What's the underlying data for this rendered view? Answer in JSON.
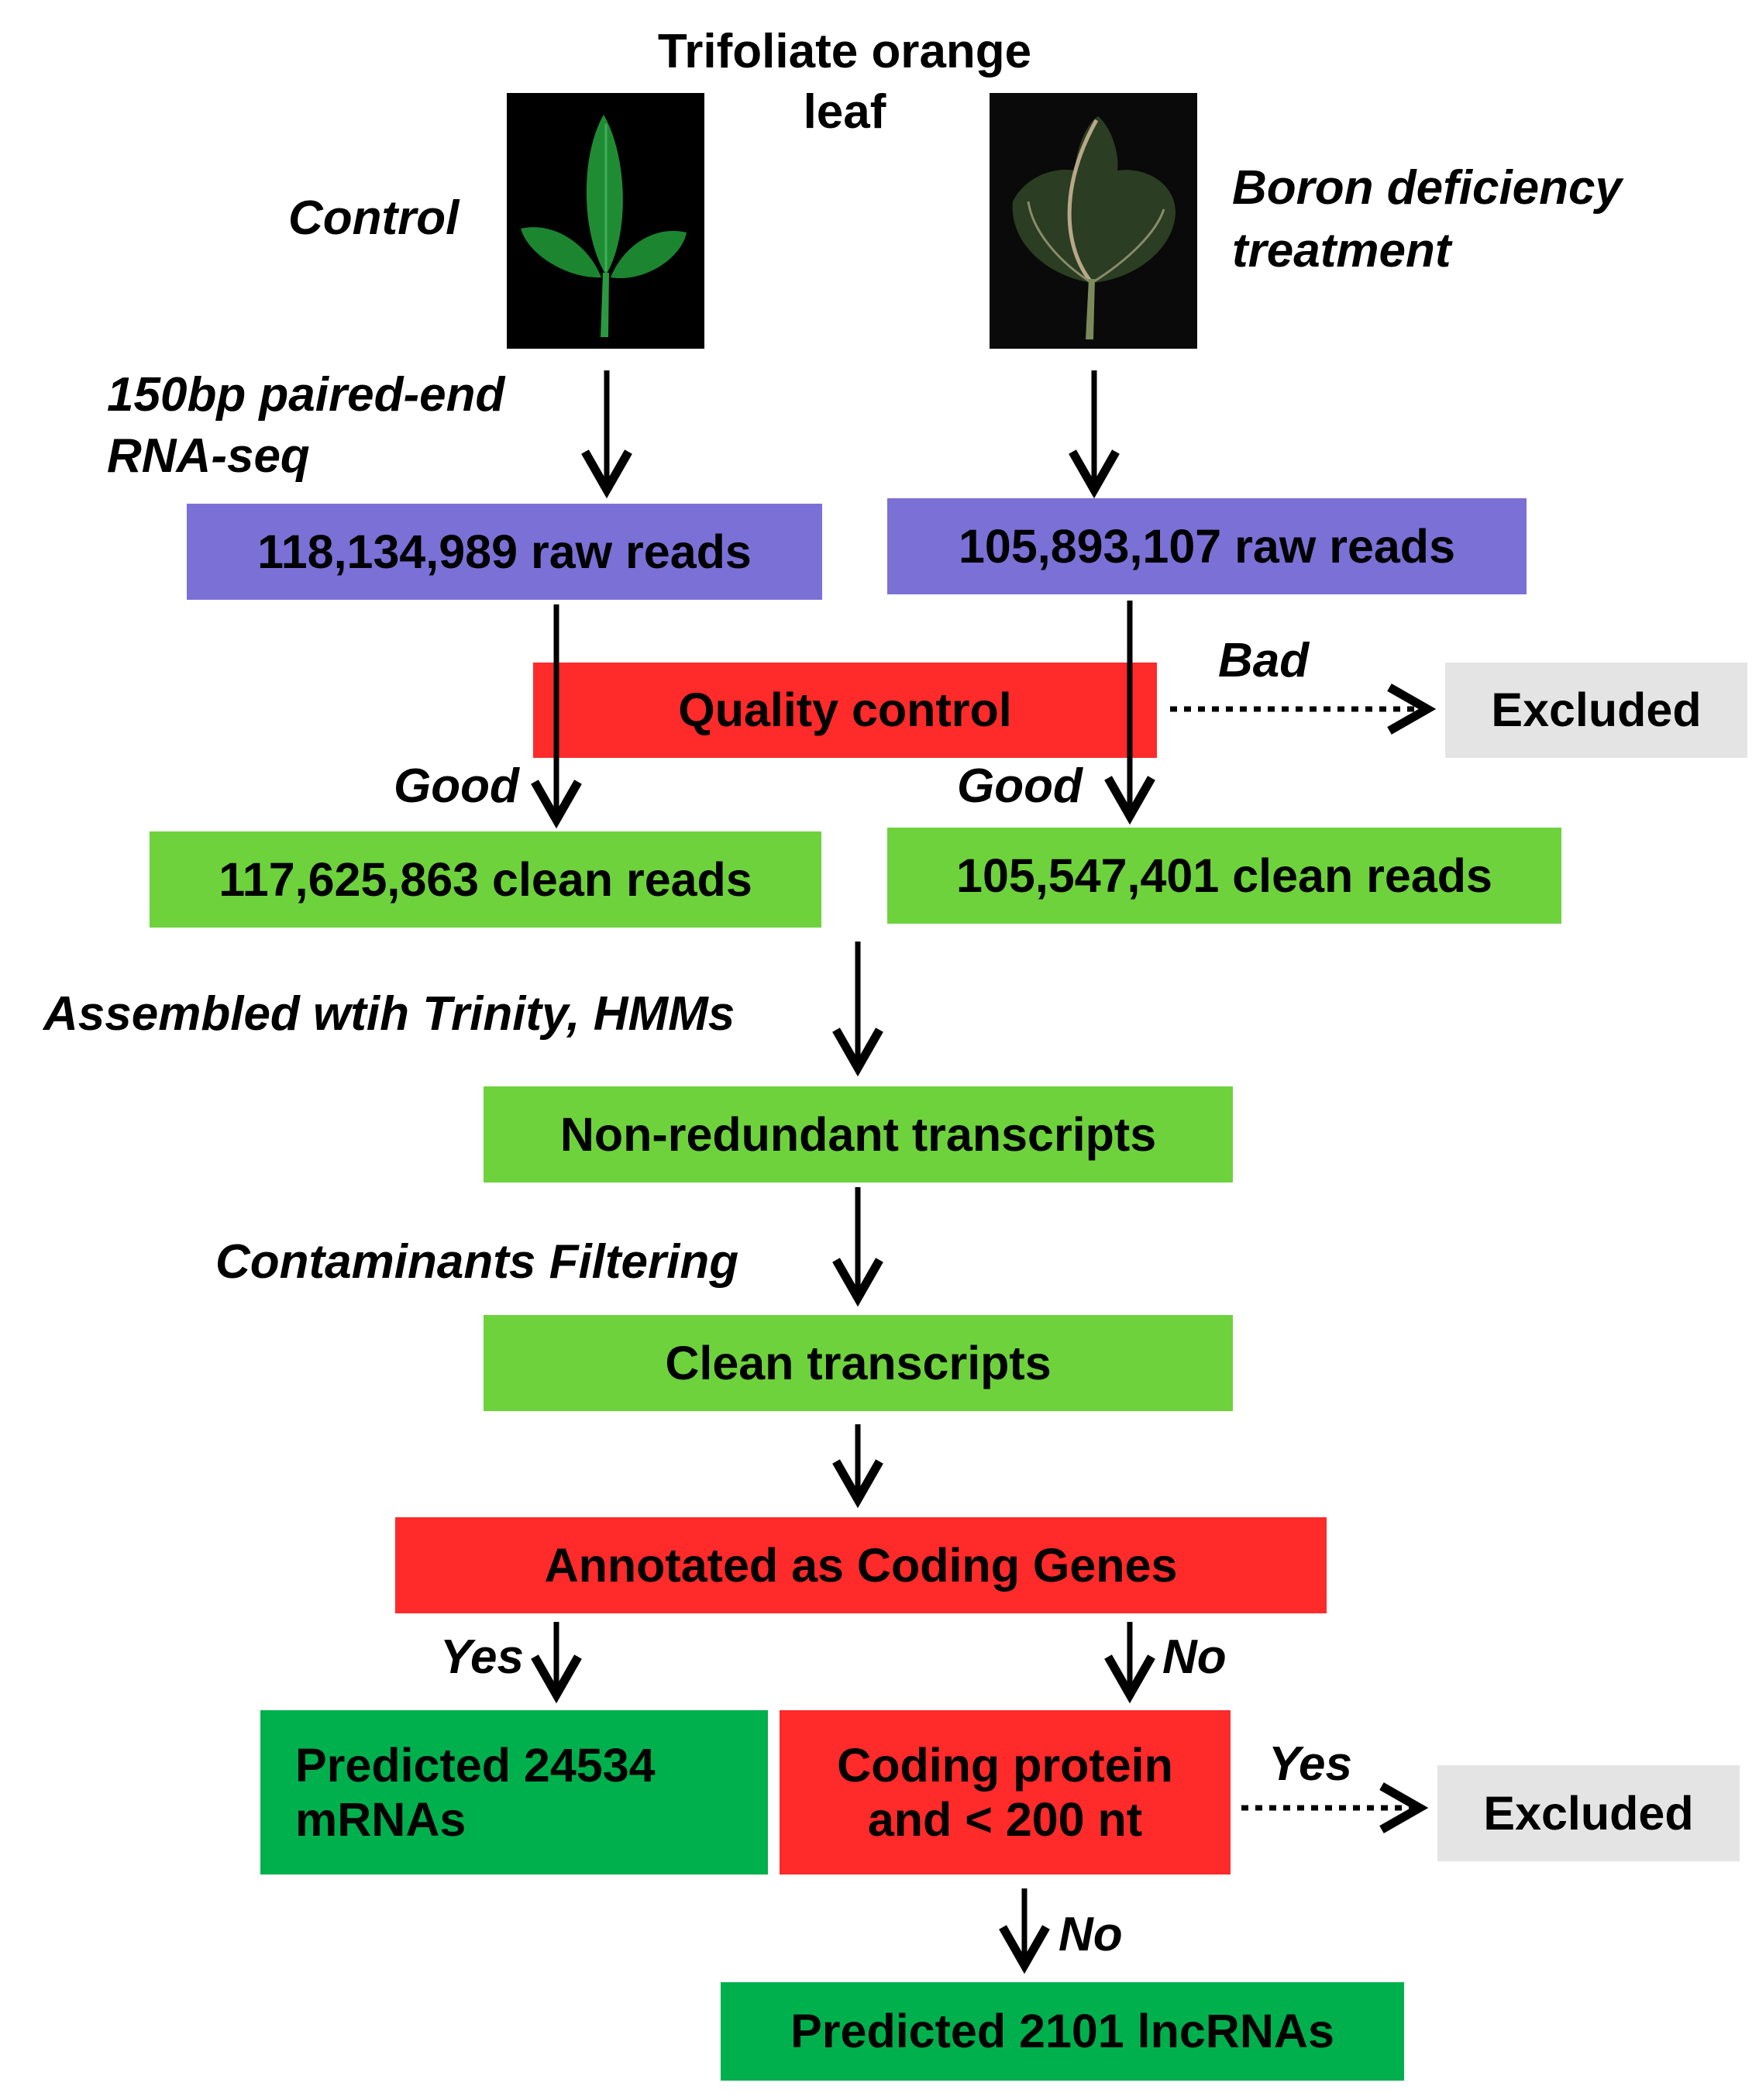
{
  "title": "Trifoliate orange\nleaf",
  "samples": {
    "control": "Control",
    "treatment": "Boron deficiency\ntreatment",
    "sequencing": "150bp paired-end\nRNA-seq"
  },
  "images": {
    "control_leaf": "control-leaf-photo",
    "boron_leaf": "boron-deficient-leaf-photo"
  },
  "boxes": {
    "raw_control": "118,134,989 raw reads",
    "raw_treatment": "105,893,107 raw reads",
    "quality_control": "Quality control",
    "excluded_1": "Excluded",
    "clean_control": "117,625,863 clean reads",
    "clean_treatment": "105,547,401 clean reads",
    "nonredundant": "Non-redundant transcripts",
    "clean_transcripts": "Clean transcripts",
    "annotated": "Annotated as Coding Genes",
    "predicted_mrna": "Predicted 24534\nmRNAs",
    "coding_protein": "Coding protein\nand < 200 nt",
    "excluded_2": "Excluded",
    "predicted_lncrna": "Predicted 2101 lncRNAs"
  },
  "edge_labels": {
    "bad": "Bad",
    "good_left": "Good",
    "good_right": "Good",
    "assembled": "Assembled wtih Trinity, HMMs",
    "contaminants": "Contaminants Filtering",
    "yes_left": "Yes",
    "no_right": "No",
    "yes_excluded": "Yes",
    "no_bottom": "No"
  },
  "colors": {
    "purple": "#7b70d6",
    "red": "#ff2a2a",
    "light_green": "#6ed23c",
    "dark_green": "#00b04d",
    "grey": "#e4e4e4",
    "leaf_green": "#1a7a2a"
  }
}
